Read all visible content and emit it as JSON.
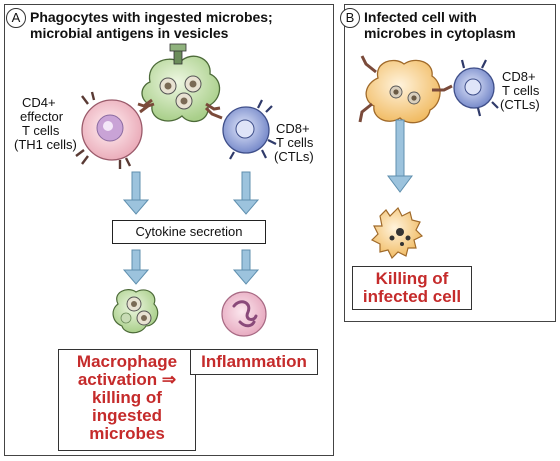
{
  "panel_a": {
    "letter": "A",
    "title_line1": "Phagocytes with ingested microbes;",
    "title_line2": "microbial antigens in vesicles",
    "cd4_line1": "CD4+",
    "cd4_line2": "effector",
    "cd4_line3": "T cells",
    "cd4_line4": "(TH1 cells)",
    "cd8_line1": "CD8+",
    "cd8_line2": "T cells",
    "cd8_line3": "(CTLs)",
    "cytokine_box": "Cytokine secretion",
    "result_left_line1": "Macrophage",
    "result_left_line2": "activation ⇒",
    "result_left_line3": "killing of",
    "result_left_line4": "ingested",
    "result_left_line5": "microbes",
    "result_right": "Inflammation"
  },
  "panel_b": {
    "letter": "B",
    "title_line1": "Infected cell with",
    "title_line2": "microbes in cytoplasm",
    "cd8_line1": "CD8+",
    "cd8_line2": "T cells",
    "cd8_line3": "(CTLs)",
    "result_line1": "Killing of",
    "result_line2": "infected cell"
  },
  "colors": {
    "result_text": "#c52b2b",
    "arrow": "#8fb8d6",
    "macrophage": "#cfe6b8",
    "cd4_cell": "#f3c6cf",
    "cd8_cell": "#8e9fd6",
    "infected_cell": "#f6cf8a"
  }
}
